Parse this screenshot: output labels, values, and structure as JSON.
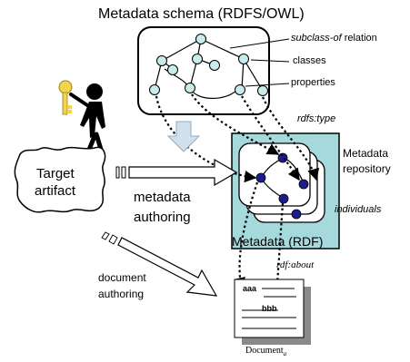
{
  "title": "Metadata schema (RDFS/OWL)",
  "labels": {
    "subclass_of": "subclass-of",
    "relation": " relation",
    "classes": "classes",
    "properties": "properties",
    "rdfs_type": "rdfs:type",
    "metadata_repository_line1": "Metadata",
    "metadata_repository_line2": "repository",
    "individuals": "individuals",
    "target_artifact_line1": "Target",
    "target_artifact_line2": "artifact",
    "metadata_authoring_line1": "metadata",
    "metadata_authoring_line2": "authoring",
    "metadata_rdf": "Metadata (RDF)",
    "rdf_about": "rdf:about",
    "document_authoring_line1": "document",
    "document_authoring_line2": "authoring",
    "doc_aaa": "aaa",
    "doc_bbb": "bbb",
    "document_caption": "Document",
    "document_subscript": "a"
  },
  "colors": {
    "node_fill": "#c8ecec",
    "individual_fill": "#1c1c8c",
    "repository_fill": "#a6d9dc",
    "arrow_fill": "#cfe0ee",
    "outline": "#000000"
  }
}
